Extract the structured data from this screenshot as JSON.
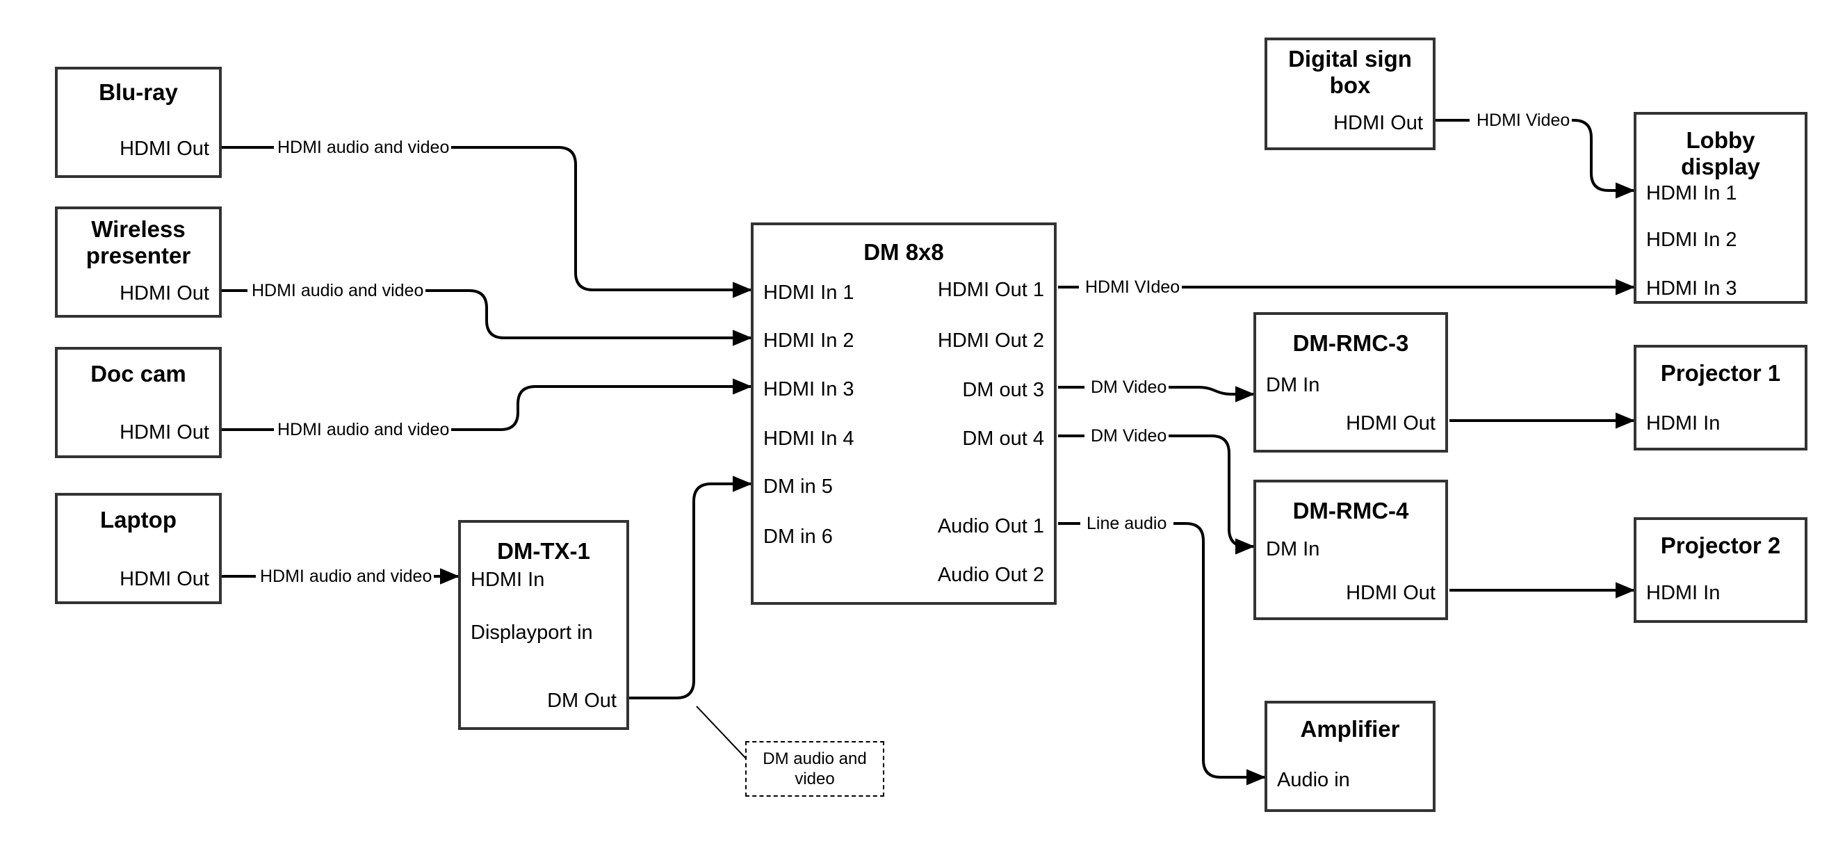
{
  "nodes": {
    "bluray": {
      "title": "Blu-ray",
      "hdmi_out": "HDMI Out"
    },
    "wireless": {
      "title": "Wireless presenter",
      "hdmi_out": "HDMI Out"
    },
    "doccam": {
      "title": "Doc cam",
      "hdmi_out": "HDMI Out"
    },
    "laptop": {
      "title": "Laptop",
      "hdmi_out": "HDMI Out"
    },
    "dmtx1": {
      "title": "DM-TX-1",
      "hdmi_in": "HDMI In",
      "displayport_in": "Displayport in",
      "dm_out": "DM Out"
    },
    "dm8x8": {
      "title": "DM 8x8",
      "in1": "HDMI In 1",
      "in2": "HDMI In 2",
      "in3": "HDMI In 3",
      "in4": "HDMI In 4",
      "in5": "DM in 5",
      "in6": "DM in 6",
      "out1": "HDMI Out 1",
      "out2": "HDMI Out 2",
      "out3": "DM out 3",
      "out4": "DM out 4",
      "audio1": "Audio Out 1",
      "audio2": "Audio Out 2"
    },
    "digitalsign": {
      "title": "Digital sign box",
      "hdmi_out": "HDMI Out"
    },
    "lobby": {
      "title": "Lobby display",
      "in1": "HDMI In 1",
      "in2": "HDMI In 2",
      "in3": "HDMI In 3"
    },
    "dmrmc3": {
      "title": "DM-RMC-3",
      "dm_in": "DM In",
      "hdmi_out": "HDMI Out"
    },
    "proj1": {
      "title": "Projector 1",
      "hdmi_in": "HDMI In"
    },
    "dmrmc4": {
      "title": "DM-RMC-4",
      "dm_in": "DM In",
      "hdmi_out": "HDMI Out"
    },
    "proj2": {
      "title": "Projector 2",
      "hdmi_in": "HDMI In"
    },
    "amplifier": {
      "title": "Amplifier",
      "audio_in": "Audio in"
    }
  },
  "edge_labels": {
    "bluray_dm": "HDMI audio and video",
    "wireless_dm": "HDMI audio and video",
    "doccam_dm": "HDMI audio and video",
    "laptop_tx": "HDMI audio and video",
    "out1_lobby": "HDMI VIdeo",
    "out3_rmc3": "DM Video",
    "out4_rmc4": "DM Video",
    "audio1_amp": "Line audio",
    "sign_lobby": "HDMI Video"
  },
  "note": {
    "text": "DM audio and video"
  },
  "colors": {
    "line": "#000000",
    "box_border": "#333333",
    "background": "#ffffff"
  }
}
